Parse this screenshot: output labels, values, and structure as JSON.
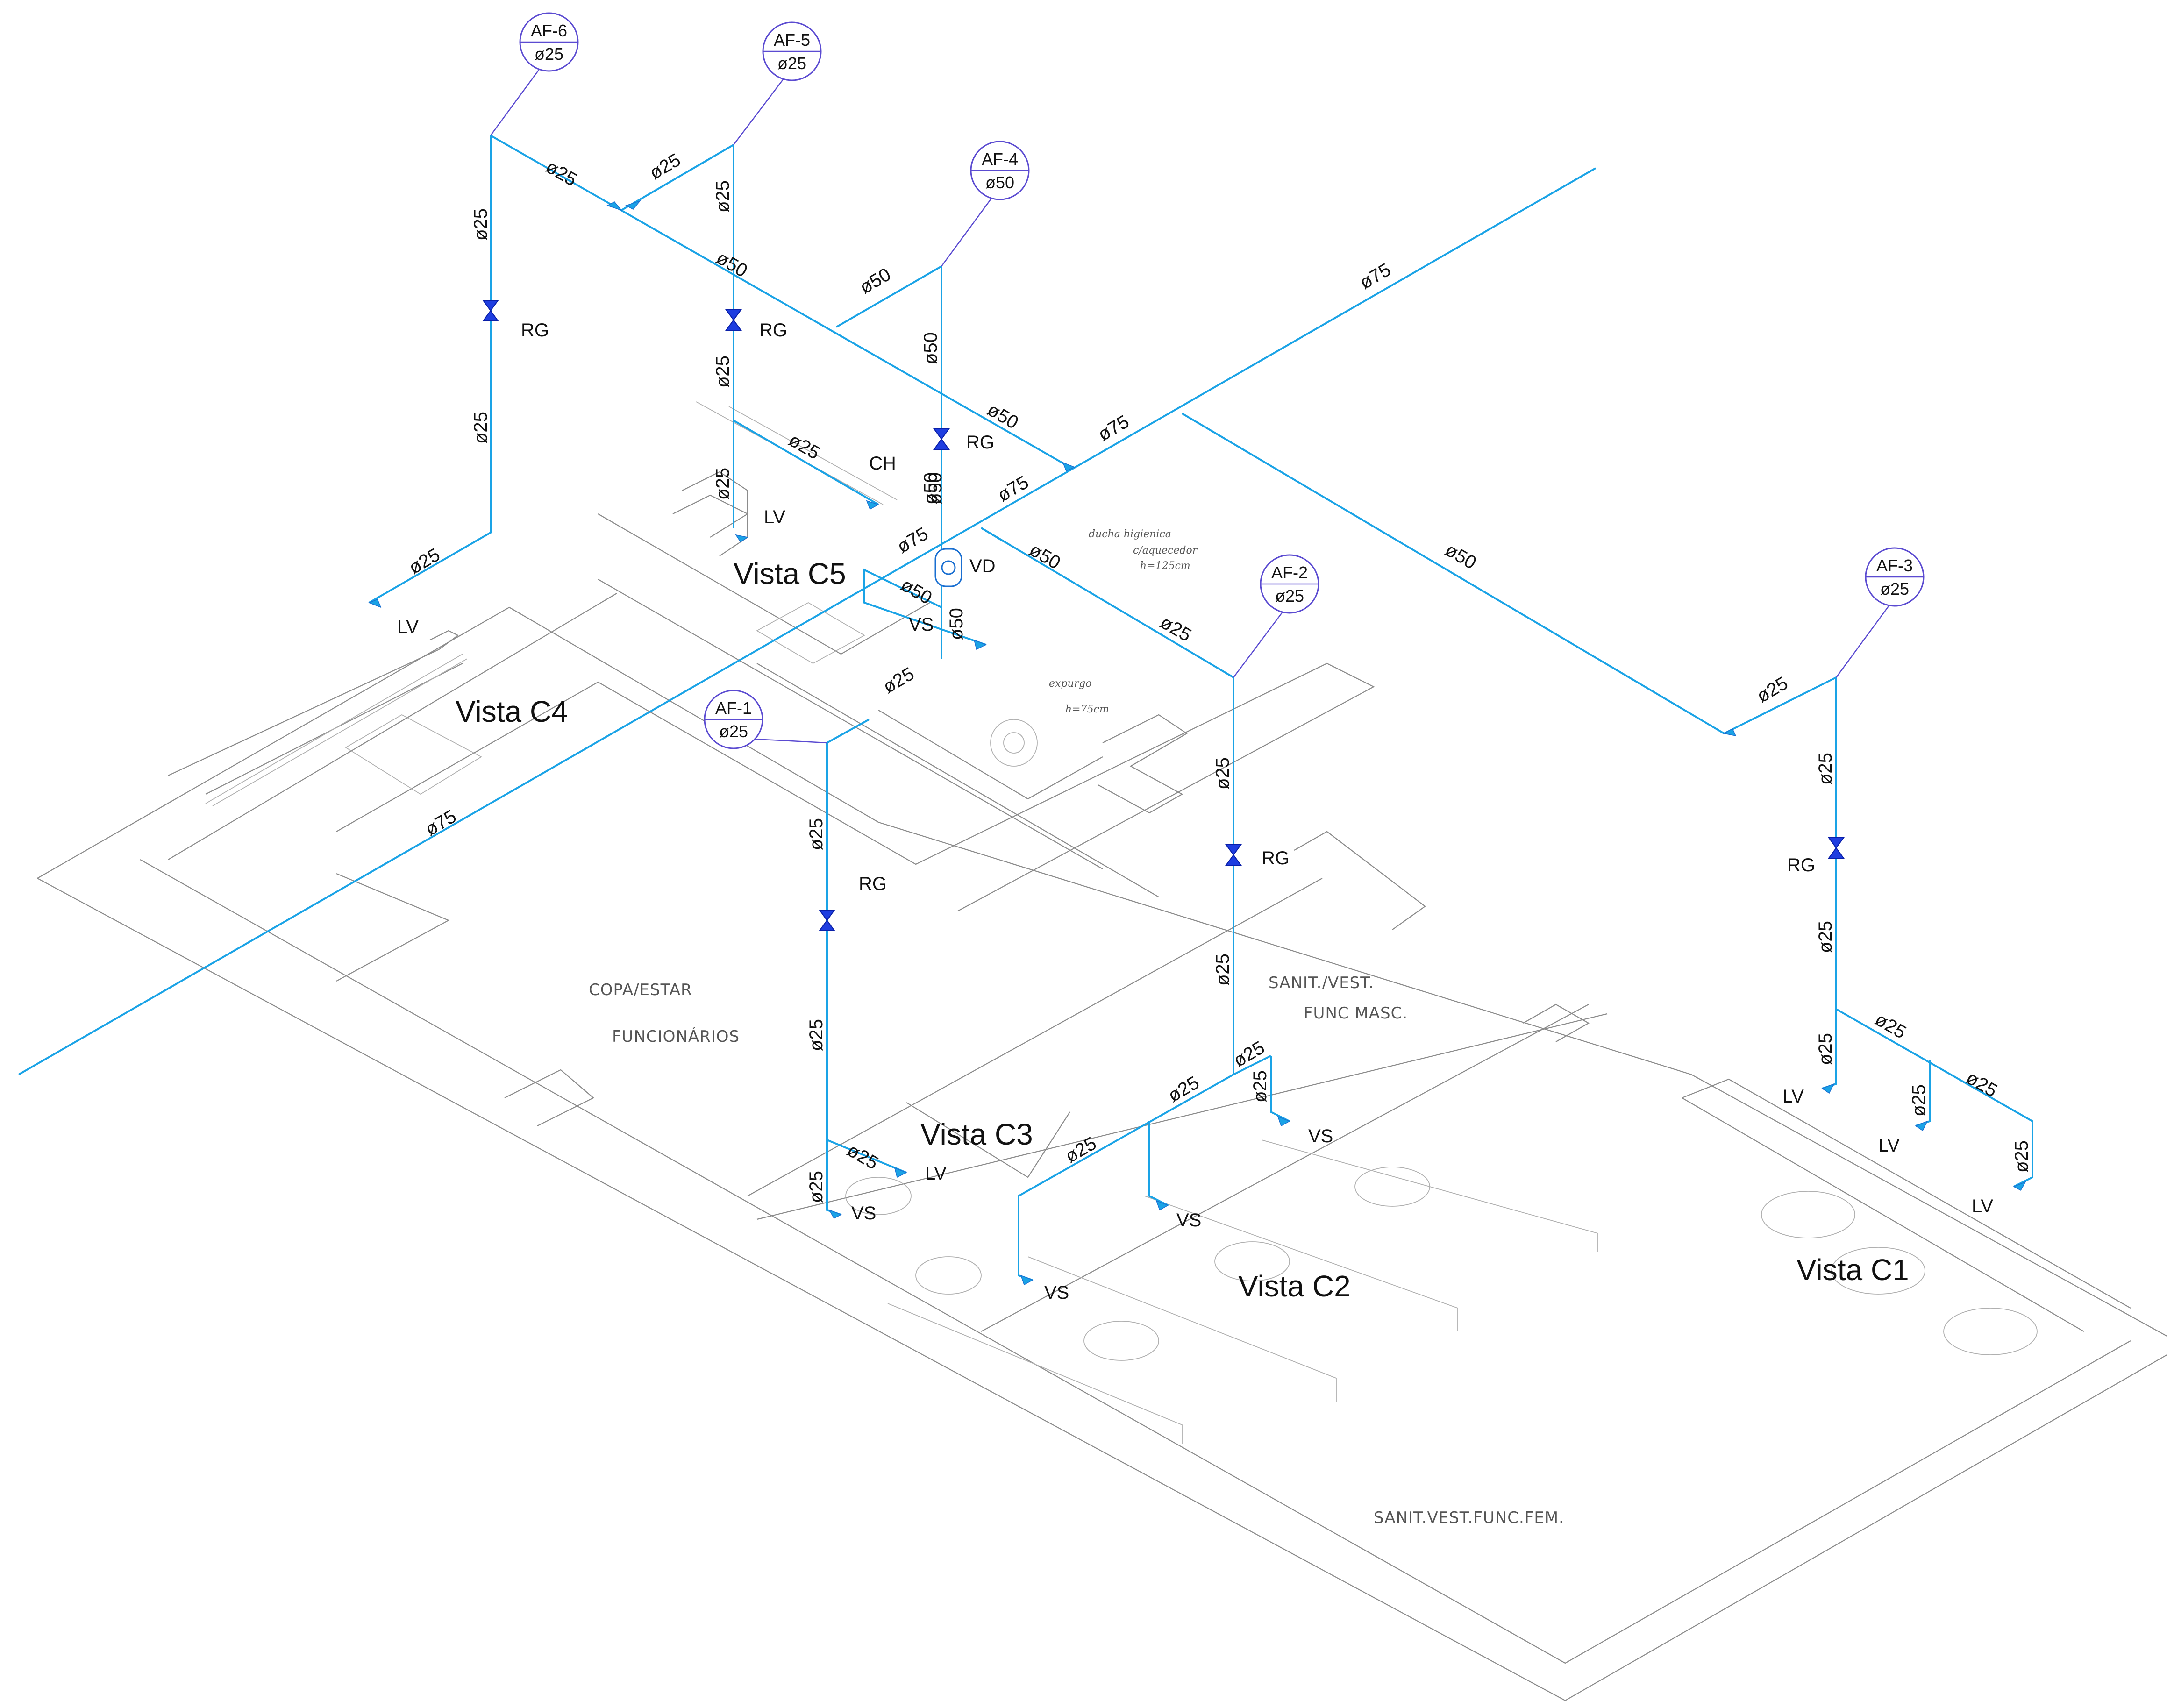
{
  "risers": [
    {
      "tag": "AF-6",
      "dn": "ø25"
    },
    {
      "tag": "AF-5",
      "dn": "ø25"
    },
    {
      "tag": "AF-4",
      "dn": "ø50"
    },
    {
      "tag": "AF-2",
      "dn": "ø25"
    },
    {
      "tag": "AF-3",
      "dn": "ø25"
    },
    {
      "tag": "AF-1",
      "dn": "ø25"
    }
  ],
  "dims": [
    "ø25",
    "ø25",
    "ø25",
    "ø25",
    "ø25",
    "ø25",
    "ø25",
    "ø50",
    "ø50",
    "ø50",
    "ø50",
    "ø75",
    "ø75",
    "ø75",
    "ø75",
    "ø50",
    "ø25",
    "ø25",
    "ø50",
    "ø50",
    "ø50",
    "ø25",
    "ø25",
    "ø50",
    "ø50",
    "ø25",
    "ø25",
    "ø25",
    "ø25",
    "ø25",
    "ø25",
    "ø25",
    "ø25",
    "ø25",
    "ø25",
    "ø25",
    "ø25",
    "ø25",
    "ø25",
    "ø25",
    "ø25",
    "ø25",
    "ø25",
    "ø25",
    "ø75"
  ],
  "fixtures": [
    "RG",
    "RG",
    "RG",
    "RG",
    "RG",
    "RG",
    "LV",
    "LV",
    "LV",
    "LV",
    "LV",
    "LV",
    "CH",
    "VD",
    "VS",
    "VS",
    "VS",
    "VS",
    "VS"
  ],
  "views": [
    "Vista C5",
    "Vista C4",
    "Vista C3",
    "Vista C2",
    "Vista C1"
  ],
  "rooms": [
    "COPA/ESTAR",
    "FUNCIONÁRIOS",
    "SANIT./VEST.",
    "FUNC MASC.",
    "SANIT.VEST.FUNC.FEM."
  ],
  "notes": [
    "ducha higienica",
    "c/aquecedor",
    "h=125cm",
    "expurgo",
    "h=75cm"
  ],
  "colors": {
    "pipe": "#1aa3e6",
    "valve": "#1f3ee0",
    "leader": "#5b4bd1",
    "architecture": "#8c8c8c"
  }
}
